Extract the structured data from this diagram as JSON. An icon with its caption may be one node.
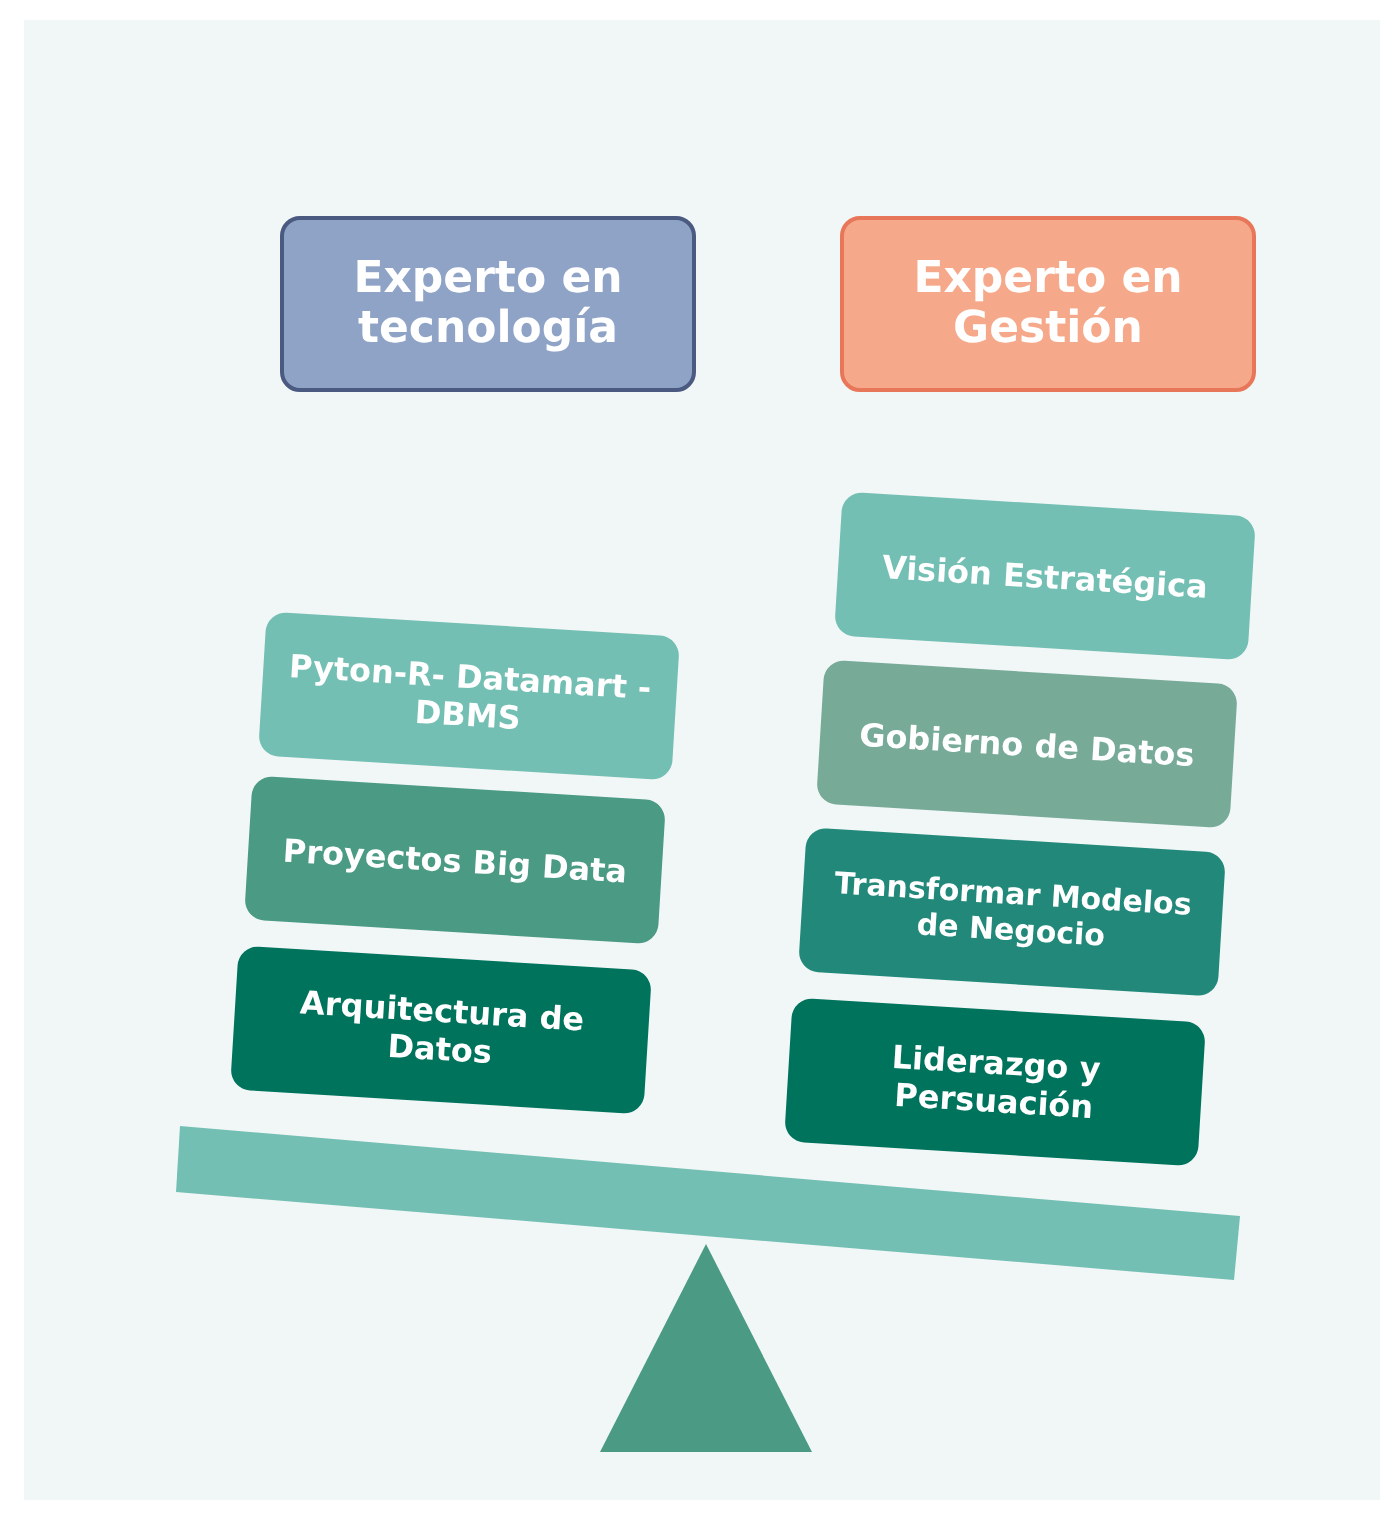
{
  "diagram": {
    "nodes": [
      {
        "text": [
          "Experto en tecnología"
        ]
      },
      {
        "text": [
          "Experto en Gestión"
        ]
      },
      {
        "text": [
          "Pyton-R- Datamart - DBMS"
        ]
      },
      {
        "text": [
          "Proyectos Big Data"
        ]
      },
      {
        "text": [
          "Arquitectura de Datos"
        ]
      },
      {
        "text": [
          "Visión Estratégica"
        ]
      },
      {
        "text": [
          "Gobierno de Datos"
        ]
      },
      {
        "text": [
          "Transformar Modelos de Negocio"
        ]
      },
      {
        "text": [
          "Liderazgo y Persuación"
        ]
      }
    ]
  }
}
